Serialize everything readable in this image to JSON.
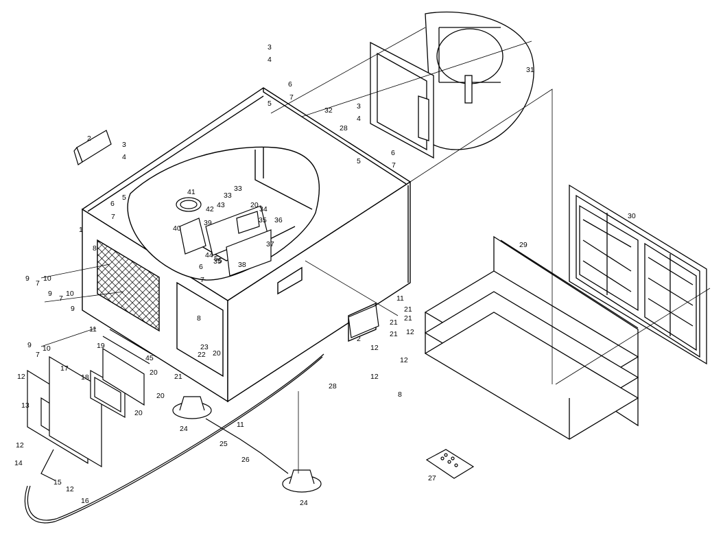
{
  "labels": {
    "l1": "1",
    "l2a": "2",
    "l2b": "2",
    "l3a": "3",
    "l3b": "3",
    "l3c": "3",
    "l4a": "4",
    "l4b": "4",
    "l4c": "4",
    "l5a": "5",
    "l5b": "5",
    "l5c": "5",
    "l5d": "5",
    "l5e": "5",
    "l6a": "6",
    "l6b": "6",
    "l6c": "6",
    "l6d": "6",
    "l7a": "7",
    "l7b": "7",
    "l7c": "7",
    "l7d": "7",
    "l7e": "7",
    "l7f": "7",
    "l7g": "7",
    "l8a": "8",
    "l8b": "8",
    "l8c": "8",
    "l9a": "9",
    "l9b": "9",
    "l9c": "9",
    "l9d": "9",
    "l10a": "10",
    "l10b": "10",
    "l10c": "10",
    "l11a": "11",
    "l11b": "11",
    "l11c": "11",
    "l12a": "12",
    "l12b": "12",
    "l12c": "12",
    "l12d": "12",
    "l12e": "12",
    "l12f": "12",
    "l12g": "12",
    "l13": "13",
    "l14": "14",
    "l15": "15",
    "l16": "16",
    "l17": "17",
    "l18": "18",
    "l19": "19",
    "l20a": "20",
    "l20b": "20",
    "l20c": "20",
    "l20d": "20",
    "l20e": "20",
    "l21a": "21",
    "l21b": "21",
    "l21c": "21",
    "l21d": "21",
    "l21e": "21",
    "l22": "22",
    "l23": "23",
    "l24a": "24",
    "l24b": "24",
    "l25": "25",
    "l26": "26",
    "l27": "27",
    "l28a": "28",
    "l28b": "28",
    "l29": "29",
    "l30": "30",
    "l31": "31",
    "l32": "32",
    "l33a": "33",
    "l33b": "33",
    "l34": "34",
    "l35a": "35",
    "l35b": "35",
    "l36": "36",
    "l37": "37",
    "l38": "38",
    "l39": "39",
    "l40": "40",
    "l41": "41",
    "l42": "42",
    "l43": "43",
    "l44": "44",
    "l45": "45"
  }
}
